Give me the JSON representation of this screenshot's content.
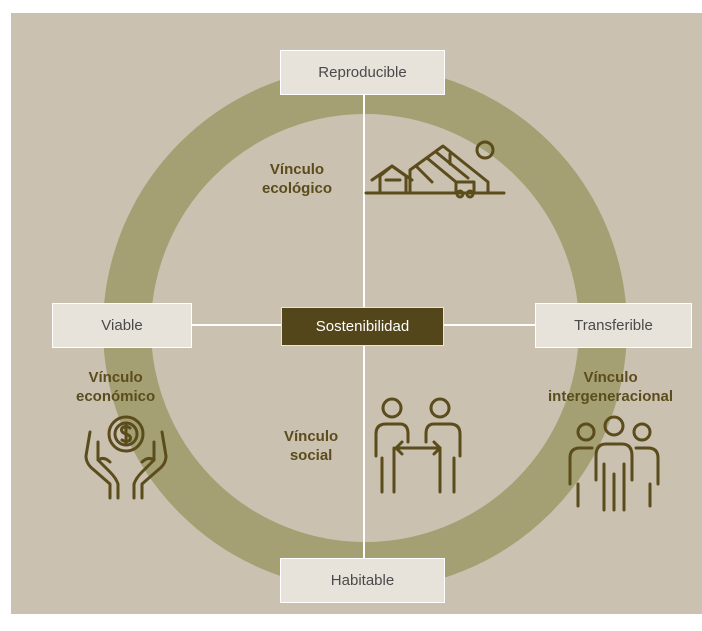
{
  "diagram": {
    "center": "Sostenibilidad",
    "nodes": {
      "top": "Reproducible",
      "left": "Viable",
      "right": "Transferible",
      "bottom": "Habitable"
    },
    "links": {
      "ecologico": [
        "Vínculo",
        "ecológico"
      ],
      "economico": [
        "Vínculo",
        "económico"
      ],
      "social": [
        "Vínculo",
        "social"
      ],
      "intergeneracional": [
        "Vínculo",
        "intergeneracional"
      ]
    },
    "icons": [
      "farm-icon",
      "money-hands-icon",
      "people-exchange-icon",
      "family-group-icon"
    ]
  },
  "colors": {
    "background": "#cbc1b1",
    "ring": "#a4a073",
    "center_box": "#54461b",
    "node_box": "#e7e2da",
    "icon": "#5b4c1c"
  }
}
